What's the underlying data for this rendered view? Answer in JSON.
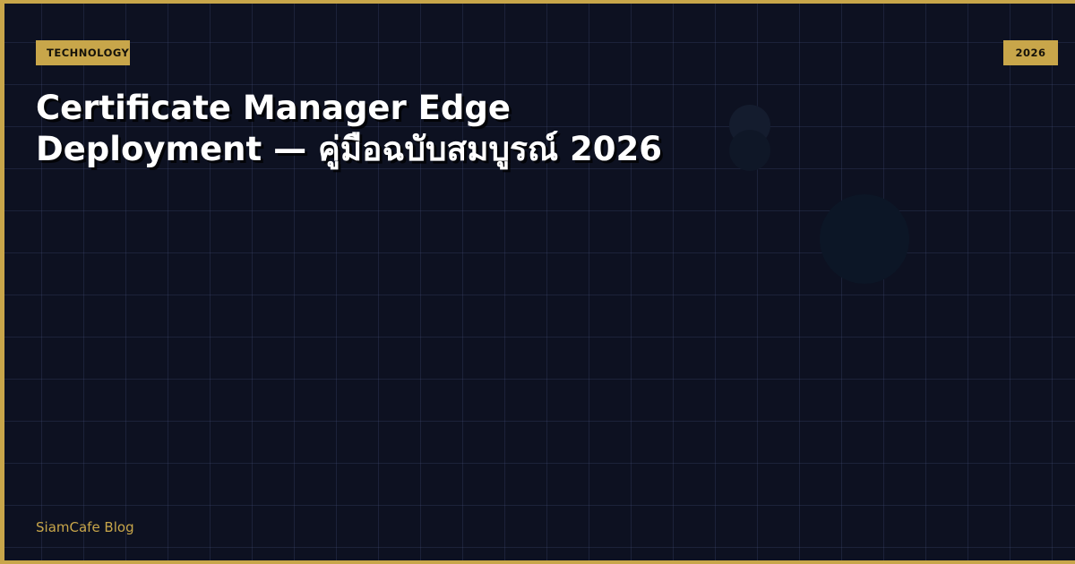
{
  "header": {
    "category": "TECHNOLOGY",
    "year": "2026"
  },
  "post": {
    "title": "Certificate Manager Edge Deployment — คู่มือฉบับสมบูรณ์ 2026"
  },
  "footer": {
    "site_name": "SiamCafe Blog"
  },
  "colors": {
    "background": "#0d1121",
    "accent": "#c8a64a",
    "title": "#ffffff"
  }
}
